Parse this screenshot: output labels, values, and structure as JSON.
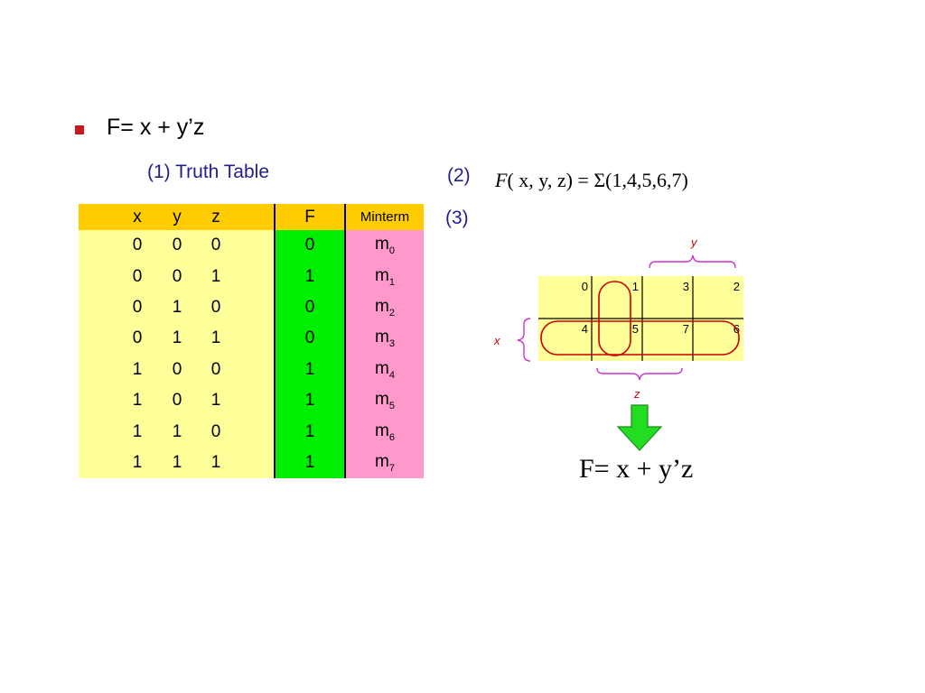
{
  "heading": "F= x + y’z",
  "captions": {
    "truth_table": "(1) Truth Table",
    "step2": "(2)",
    "step3": "(3)"
  },
  "truth_table": {
    "headers": {
      "x": "x",
      "y": "y",
      "z": "z",
      "f": "F",
      "minterm": "Minterm"
    },
    "rows": [
      {
        "x": "0",
        "y": "0",
        "z": "0",
        "f": "0",
        "m": "m",
        "sub": "0"
      },
      {
        "x": "0",
        "y": "0",
        "z": "1",
        "f": "1",
        "m": "m",
        "sub": "1"
      },
      {
        "x": "0",
        "y": "1",
        "z": "0",
        "f": "0",
        "m": "m",
        "sub": "2"
      },
      {
        "x": "0",
        "y": "1",
        "z": "1",
        "f": "0",
        "m": "m",
        "sub": "3"
      },
      {
        "x": "1",
        "y": "0",
        "z": "0",
        "f": "1",
        "m": "m",
        "sub": "4"
      },
      {
        "x": "1",
        "y": "0",
        "z": "1",
        "f": "1",
        "m": "m",
        "sub": "5"
      },
      {
        "x": "1",
        "y": "1",
        "z": "0",
        "f": "1",
        "m": "m",
        "sub": "6"
      },
      {
        "x": "1",
        "y": "1",
        "z": "1",
        "f": "1",
        "m": "m",
        "sub": "7"
      }
    ]
  },
  "formula": {
    "lhs_F": "F",
    "args": "( x, y, z)",
    "rhs": "= Σ(1,4,5,6,7)"
  },
  "kmap": {
    "top_row": [
      "0",
      "1",
      "3",
      "2"
    ],
    "bottom_row": [
      "4",
      "5",
      "7",
      "6"
    ],
    "label_y": "y",
    "label_x": "x",
    "label_z": "z"
  },
  "result": "F= x + y’z",
  "colors": {
    "bullet": "#cc1a1a",
    "caption": "#1f1f8f",
    "header_bg": "#ffcc00",
    "xyz_bg": "#ffff99",
    "f_bg": "#00ee00",
    "minterm_bg": "#ff99cc",
    "kmap_bg": "#ffff99",
    "group_outline": "#cc0000",
    "brace": "#cc33cc",
    "arrow": "#22dd22"
  }
}
